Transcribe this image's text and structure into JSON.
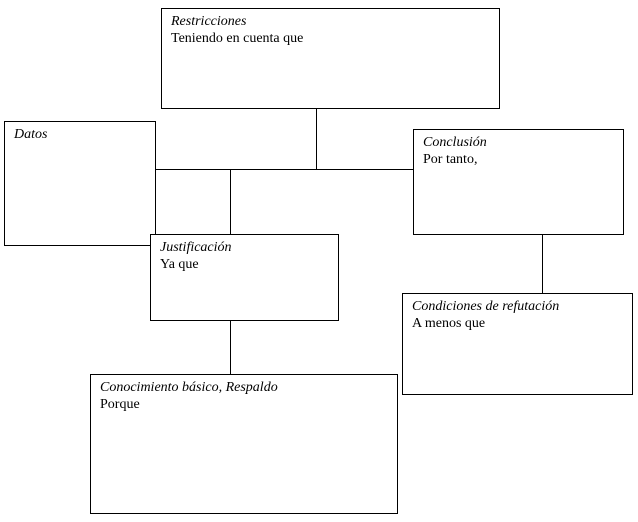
{
  "boxes": {
    "restricciones": {
      "title": "Restricciones",
      "text": "Teniendo en cuenta que"
    },
    "datos": {
      "title": "Datos"
    },
    "conclusion": {
      "title": "Conclusión",
      "text": "Por tanto,"
    },
    "justificacion": {
      "title": "Justificación",
      "text": "Ya que"
    },
    "refutacion": {
      "title": "Condiciones de refutación",
      "text": "A menos que"
    },
    "respaldo": {
      "title": "Conocimiento básico, Respaldo",
      "text": "Porque"
    }
  }
}
